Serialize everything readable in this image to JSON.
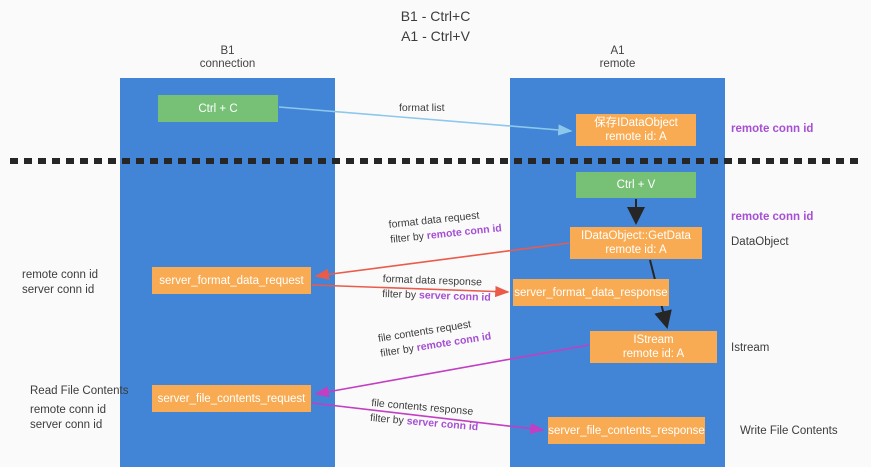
{
  "title": {
    "line1": "B1 - Ctrl+C",
    "line2": "A1 - Ctrl+V"
  },
  "lanes": [
    {
      "id": "b1",
      "name": "B1",
      "role": "connection",
      "color": "#4285d6"
    },
    {
      "id": "a1",
      "name": "A1",
      "role": "remote",
      "color": "#4285d6"
    }
  ],
  "colors": {
    "lane": "#4285d6",
    "node_orange": "#f8ab52",
    "node_green": "#77c176",
    "accent_purple": "#a64fd4",
    "accent_green": "#5fb760",
    "arrow_blue": "#9fd0ef",
    "arrow_red": "#ea5b4b",
    "arrow_magenta": "#c23ec2",
    "arrow_black": "#262626",
    "background": "#fafafa"
  },
  "nodes": {
    "ctrl_c": {
      "label": "Ctrl + C",
      "color": "green"
    },
    "save_dataobject": {
      "label": "保存IDataObject",
      "sub": "remote id: A",
      "color": "orange"
    },
    "ctrl_v": {
      "label": "Ctrl + V",
      "color": "green"
    },
    "getdata": {
      "label": "IDataObject::GetData",
      "sub": "remote id: A",
      "color": "orange"
    },
    "server_format_data_request": {
      "label": "server_format_data_request",
      "color": "orange"
    },
    "server_format_data_response": {
      "label": "server_format_data_response",
      "color": "orange"
    },
    "istream": {
      "label": "IStream",
      "sub": "remote id: A",
      "color": "orange"
    },
    "server_file_contents_request": {
      "label": "server_file_contents_request",
      "color": "orange"
    },
    "server_file_contents_response": {
      "label": "server_file_contents_response",
      "color": "orange"
    }
  },
  "edge_labels": {
    "format_list": "format list",
    "format_data_request": {
      "line1": "format data request",
      "prefix": "filter by ",
      "keyword": "remote conn id"
    },
    "format_data_response": {
      "line1": "format data response",
      "prefix": "filter by ",
      "keyword": "server conn id"
    },
    "file_contents_request": {
      "line1": "file contents request",
      "prefix": "filter by ",
      "keyword": "remote conn id"
    },
    "file_contents_response": {
      "line1": "file contents response",
      "prefix": "filter by ",
      "keyword": "server conn id"
    }
  },
  "annotations": {
    "right": {
      "remote_conn_id_1": "remote conn id",
      "remote_conn_id_2": "remote conn id",
      "dataobject": "DataObject",
      "istream": "Istream",
      "write_file_contents": "Write File Contents"
    },
    "left": {
      "remote_conn_id": "remote conn id",
      "server_conn_id": "server conn id",
      "read_file_contents": "Read File Contents",
      "remote_conn_id_2": "remote conn id",
      "server_conn_id_2": "server conn id"
    }
  }
}
